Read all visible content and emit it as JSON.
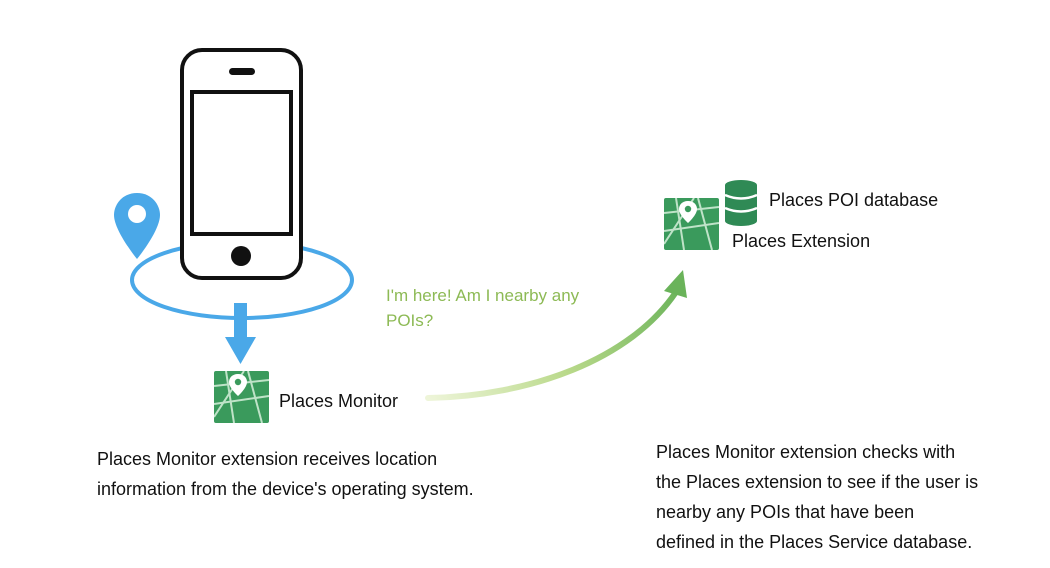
{
  "places_monitor": {
    "label": "Places Monitor"
  },
  "places_extension": {
    "label": "Places Extension"
  },
  "poi_database": {
    "label": "Places POI database"
  },
  "arrow_message": {
    "line1": "I'm here! Am I nearby any",
    "line2": "POIs?"
  },
  "captions": {
    "left": {
      "line1": "Places Monitor extension receives location",
      "line2": "information from the device's operating system."
    },
    "right": {
      "line1": "Places Monitor extension checks with",
      "line2": "the Places extension to see if the user is",
      "line3": "nearby any POIs that have been",
      "line4": "defined in the Places Service database."
    }
  },
  "colors": {
    "location_blue": "#4aa8e8",
    "message_green": "#8dba55",
    "map_green": "#3a9a5c",
    "database_green": "#2f8a55"
  },
  "icons": [
    "phone-icon",
    "location-pin-icon",
    "down-arrow-icon",
    "map-icon",
    "database-icon"
  ]
}
